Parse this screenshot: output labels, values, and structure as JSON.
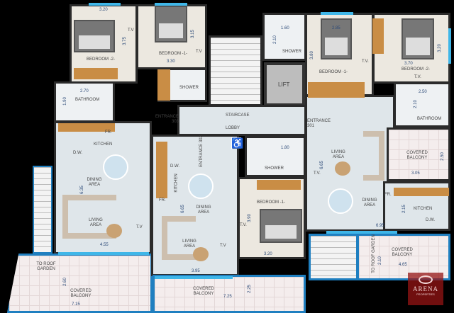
{
  "apartment_303": {
    "bedroom2": {
      "label": "BEDROOM -2-",
      "width": "3.20",
      "depth": "3.75",
      "tv": "T.V"
    },
    "bedroom1": {
      "label": "BEDROOM -1-",
      "width": "3.30",
      "depth": "3.15",
      "tv": "T.V"
    },
    "shower": "SHOWER",
    "bathroom": {
      "label": "BATHROOM",
      "width": "2.70",
      "depth": "1.90"
    },
    "kitchen": "KITCHEN",
    "fridge": "FR.",
    "dishwasher": "D.W.",
    "dining": "DINING AREA",
    "living": "LIVING AREA",
    "tv": "T.V",
    "depth": "6.35",
    "width": "4.55",
    "entrance": "ENTRANCE 303",
    "roof": "TO ROOF GARDEN",
    "balcony": {
      "label": "COVERED BALCONY",
      "depth": "2.60",
      "width": "7.15"
    }
  },
  "core": {
    "staircase": "STAIRCASE",
    "lobby": "LOBBY",
    "lift": "LIFT",
    "accessible_icon": "wheelchair-icon"
  },
  "apartment_302": {
    "entrance": "ENTRANCE 302",
    "kitchen": "KITCHEN",
    "fridge": "FR.",
    "dishwasher": "D.W.",
    "dining": "DINING AREA",
    "living": "LIVING AREA",
    "tv": "T.V",
    "depth": "6.65",
    "width": "3.95",
    "shower": {
      "label": "SHOWER",
      "width": "1.80"
    },
    "bedroom1": {
      "label": "BEDROOM -1-",
      "width": "3.20",
      "depth": "3.90",
      "tv": "T.V."
    },
    "balcony": {
      "label": "COVERED BALCONY",
      "depth": "2.25",
      "width": "7.25"
    }
  },
  "apartment_301": {
    "shower": {
      "label": "SHOWER",
      "width": "1.60",
      "depth": "2.10"
    },
    "bedroom1": {
      "label": "BEDROOM -1-",
      "width": "2.85",
      "depth": "3.80",
      "tv": "T.V."
    },
    "bedroom2": {
      "label": "BEDROOM -2-",
      "width": "3.70",
      "depth": "3.20",
      "tv": "T.V."
    },
    "bathroom": {
      "label": "BATHROOM",
      "width": "2.50",
      "depth": "2.10"
    },
    "entrance": "ENTRANCE 301",
    "living": "LIVING AREA",
    "dining": "DINING AREA",
    "tv": "T.V.",
    "depth": "6.65",
    "width": "6.95",
    "covered_balcony_side": {
      "label": "COVERED BALCONY",
      "width": "3.05",
      "depth": "2.50"
    },
    "kitchen": "KITCHEN",
    "fridge": "FR.",
    "dishwasher": "D.W.",
    "kitchen_depth": "2.15",
    "roof": "TO ROOF GARDEN",
    "balcony": {
      "label": "COVERED BALCONY",
      "depth": "2.10",
      "width": "4.65"
    }
  },
  "logo": {
    "name": "ARENA",
    "sub": "PROPERTIES"
  },
  "colors": {
    "wall": "#2b2b2b",
    "window": "#3fb6e8",
    "balcony_frame": "#1f7fc0",
    "dimension": "#f39a2b",
    "logo": "#961414"
  }
}
